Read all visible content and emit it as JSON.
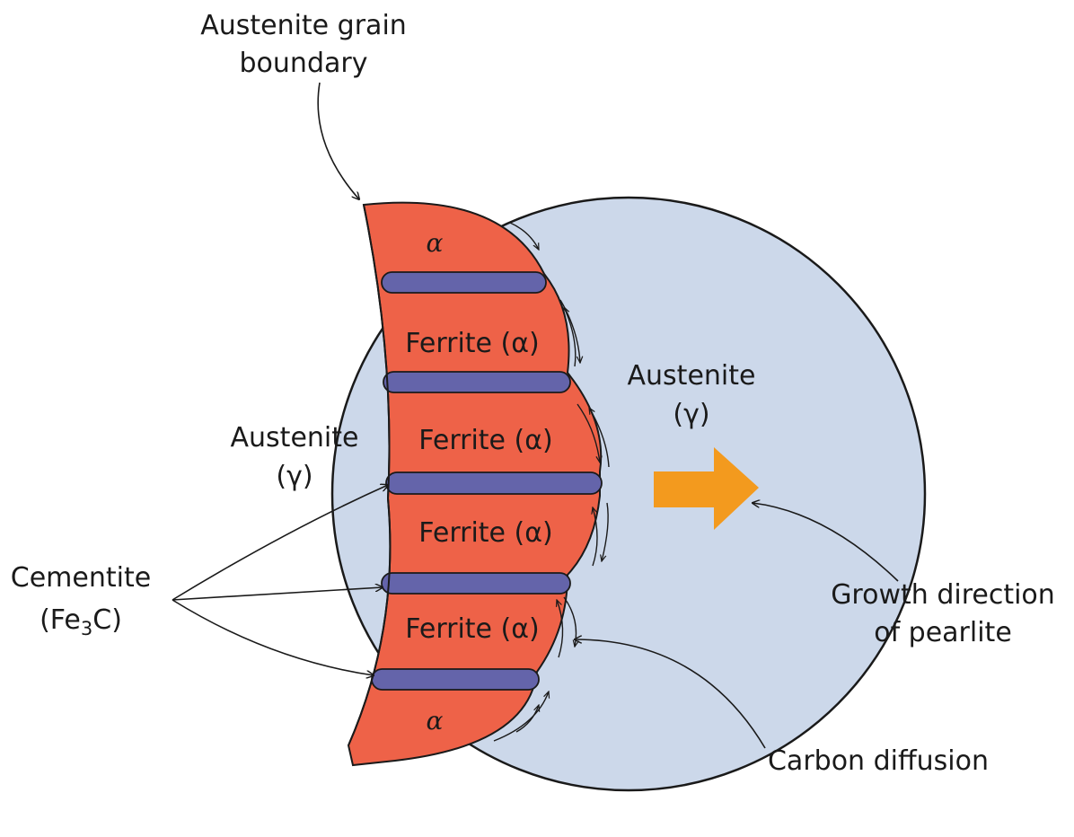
{
  "labels": {
    "grain_boundary_1": "Austenite grain",
    "grain_boundary_2": "boundary",
    "austenite_left_1": "Austenite",
    "austenite_left_2": "(γ)",
    "austenite_right_1": "Austenite",
    "austenite_right_2": "(γ)",
    "cementite_1": "Cementite",
    "cementite_2a": "(Fe",
    "cementite_2sub": "3",
    "cementite_2b": "C)",
    "growth_1": "Growth direction",
    "growth_2": "of pearlite",
    "carbon_diffusion": "Carbon diffusion",
    "alpha_top": "α",
    "alpha_bottom": "α",
    "ferrite_1": "Ferrite (α)",
    "ferrite_2": "Ferrite (α)",
    "ferrite_3": "Ferrite (α)",
    "ferrite_4": "Ferrite (α)"
  },
  "colors": {
    "austenite": "#ccd8ea",
    "ferrite": "#ee6248",
    "cementite": "#6464aa",
    "growth_arrow": "#f39a1e",
    "ink": "#1a1a1a"
  }
}
